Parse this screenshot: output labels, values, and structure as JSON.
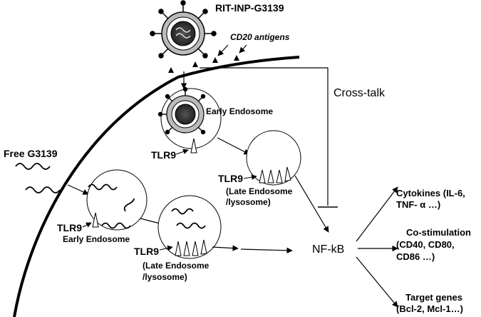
{
  "labels": {
    "nanoparticle": "RIT-INP-G3139",
    "cd20": "CD20 antigens",
    "crosstalk": "Cross-talk",
    "early_endosome_top": "Early Endosome",
    "tlr9_top_early": "TLR9",
    "tlr9_top_late": "TLR9",
    "late_endosome_top_1": "(Late Endosome",
    "late_endosome_top_2": "/lysosome)",
    "free_g3139": "Free G3139",
    "tlr9_bottom_early": "TLR9",
    "early_endosome_bottom": "Early Endosome",
    "tlr9_bottom_late": "TLR9",
    "late_endosome_bottom_1": "(Late Endosome",
    "late_endosome_bottom_2": "/lysosome)",
    "nfkb": "NF-kB",
    "cytokines_1": "Cytokines (IL-6,",
    "cytokines_2": "TNF- α …)",
    "costim_1": "Co-stimulation",
    "costim_2": "(CD40, CD80,",
    "costim_3": "CD86 …)",
    "target_1": "Target genes",
    "target_2": "(Bcl-2, Mcl-1…)"
  }
}
